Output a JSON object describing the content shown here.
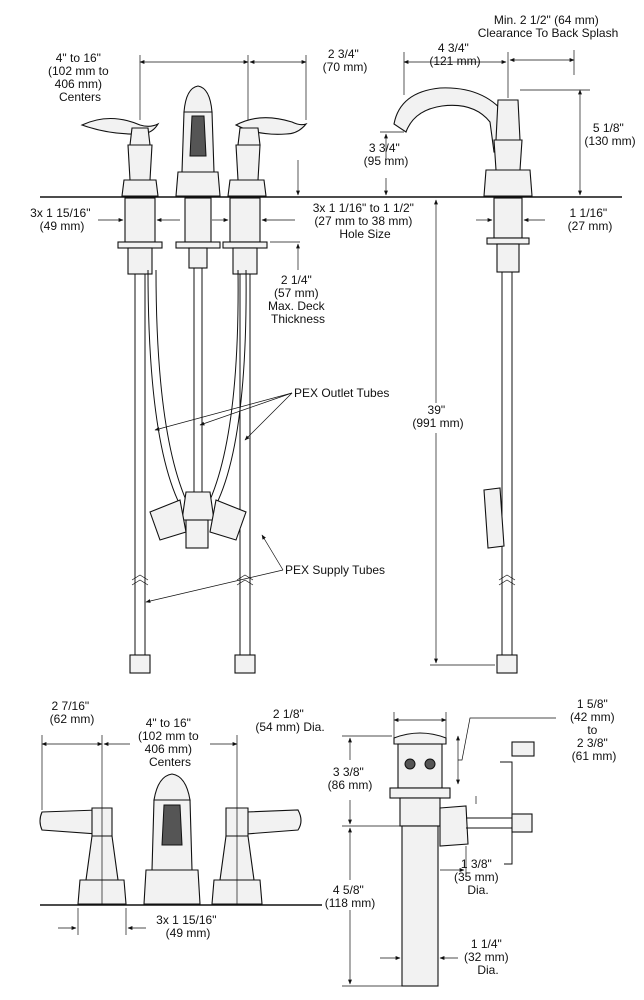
{
  "colors": {
    "ink": "#111111",
    "background": "#ffffff"
  },
  "top_front": {
    "centers": [
      "4\" to 16\"",
      "(102 mm to",
      "406 mm)",
      "Centers"
    ],
    "spout_offset": [
      "2 3/4\"",
      "(70 mm)"
    ],
    "shank_left": [
      "3x 1 15/16\"",
      "(49 mm)"
    ],
    "hole_size": [
      "3x 1 1/16\" to 1 1/2\"",
      "(27 mm to 38 mm)",
      "Hole Size"
    ],
    "deck_thickness": [
      "2 1/4\"",
      "(57 mm)",
      "Max. Deck",
      "Thickness"
    ],
    "pex_outlet": "PEX Outlet Tubes",
    "pex_supply": "PEX Supply Tubes"
  },
  "top_side": {
    "clearance": [
      "Min. 2 1/2\" (64 mm)",
      "Clearance To Back Splash"
    ],
    "reach": [
      "4 3/4\"",
      "(121 mm)"
    ],
    "spout_height": [
      "3 3/4\"",
      "(95 mm)"
    ],
    "overall_height": [
      "5 1/8\"",
      "(130 mm)"
    ],
    "shank_diameter": [
      "1 1/16\"",
      "(27 mm)"
    ],
    "tube_length": [
      "39\"",
      "(991 mm)"
    ]
  },
  "bottom_front": {
    "handle_offset": [
      "2 7/16\"",
      "(62 mm)"
    ],
    "centers": [
      "4\" to 16\"",
      "(102 mm to",
      "406 mm)",
      "Centers"
    ],
    "base_spacing": [
      "3x 1 15/16\"",
      "(49 mm)"
    ]
  },
  "drain": {
    "stopper_dia": [
      "2 1/8\"",
      "(54 mm) Dia."
    ],
    "stopper_height": [
      "1 5/8\"",
      "(42 mm)",
      "to",
      "2 3/8\"",
      "(61 mm)"
    ],
    "body_height": [
      "3 3/8\"",
      "(86 mm)"
    ],
    "tail_length": [
      "4 5/8\"",
      "(118 mm)"
    ],
    "pivot_dia": [
      "1 3/8\"",
      "(35 mm)",
      "Dia."
    ],
    "tail_dia": [
      "1 1/4\"",
      "(32 mm)",
      "Dia."
    ]
  }
}
